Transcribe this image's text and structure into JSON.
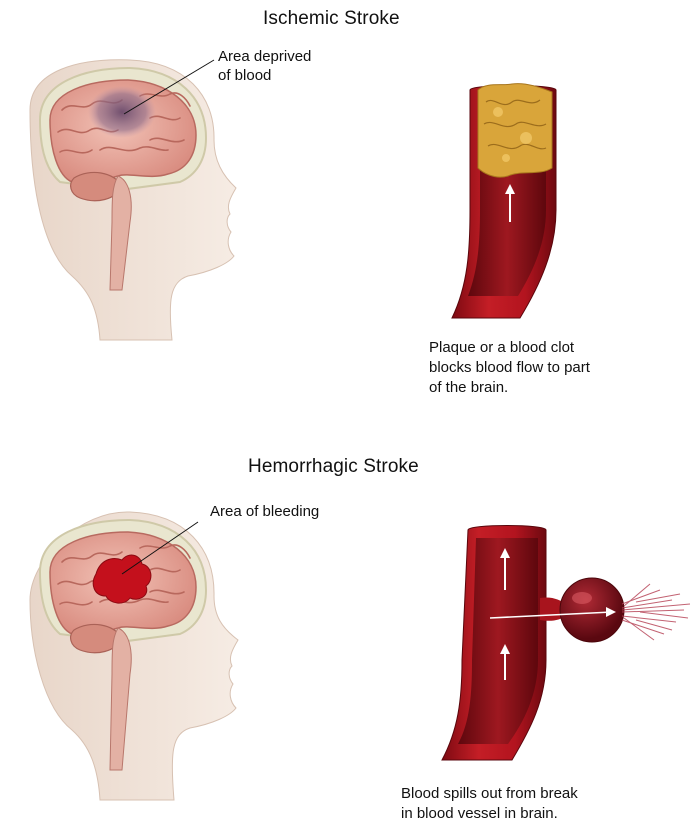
{
  "ischemic": {
    "title": "Ischemic Stroke",
    "callout": {
      "line1": "Area deprived",
      "line2": "of blood"
    },
    "caption": {
      "line1": "Plaque or a blood clot",
      "line2": "blocks blood flow to part",
      "line3": "of the brain."
    }
  },
  "hemorrhagic": {
    "title": "Hemorrhagic Stroke",
    "callout": {
      "line1": "Area of bleeding"
    },
    "caption": {
      "line1": "Blood spills out from break",
      "line2": "in blood vessel in brain."
    }
  },
  "colors": {
    "brain": "#e8a99c",
    "vessel": "#b3141f",
    "plaque": "#d9a53a",
    "bleed": "#c4101c",
    "deprived": "#7a5a78",
    "skin": "#f1e3d8",
    "skull": "#e9e6cf"
  }
}
